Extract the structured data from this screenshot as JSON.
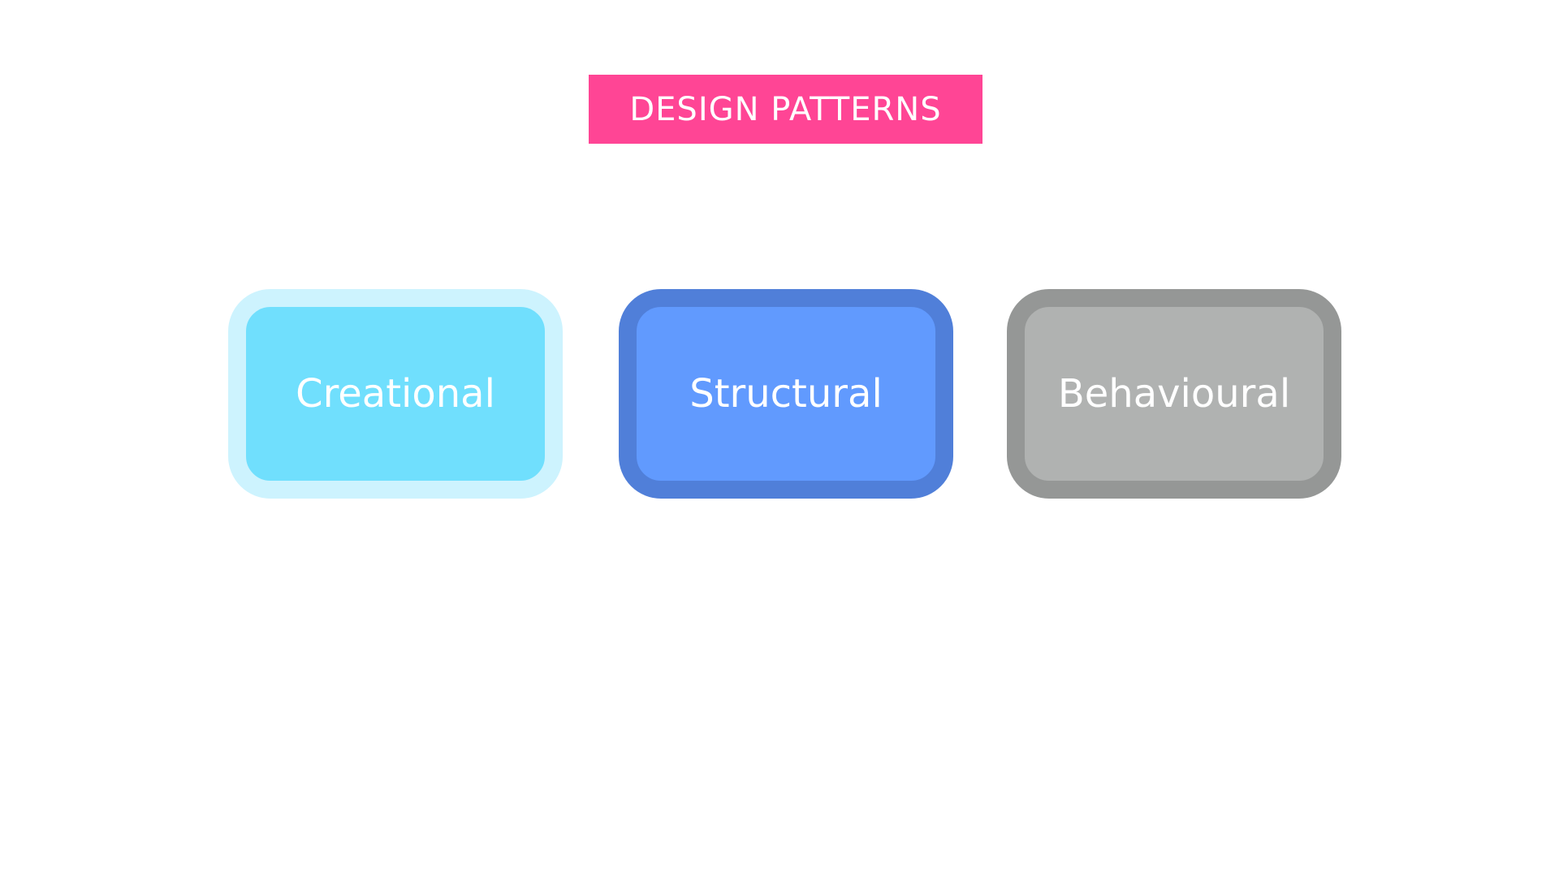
{
  "title": {
    "text": "DESIGN PATTERNS",
    "color": "#ff4595"
  },
  "categories": [
    {
      "label": "Creational",
      "fill": "#70dffd",
      "border": "#cdf3fe"
    },
    {
      "label": "Structural",
      "fill": "#619afe",
      "border": "#507fd9"
    },
    {
      "label": "Behavioural",
      "fill": "#b0b2b1",
      "border": "#959796"
    }
  ]
}
